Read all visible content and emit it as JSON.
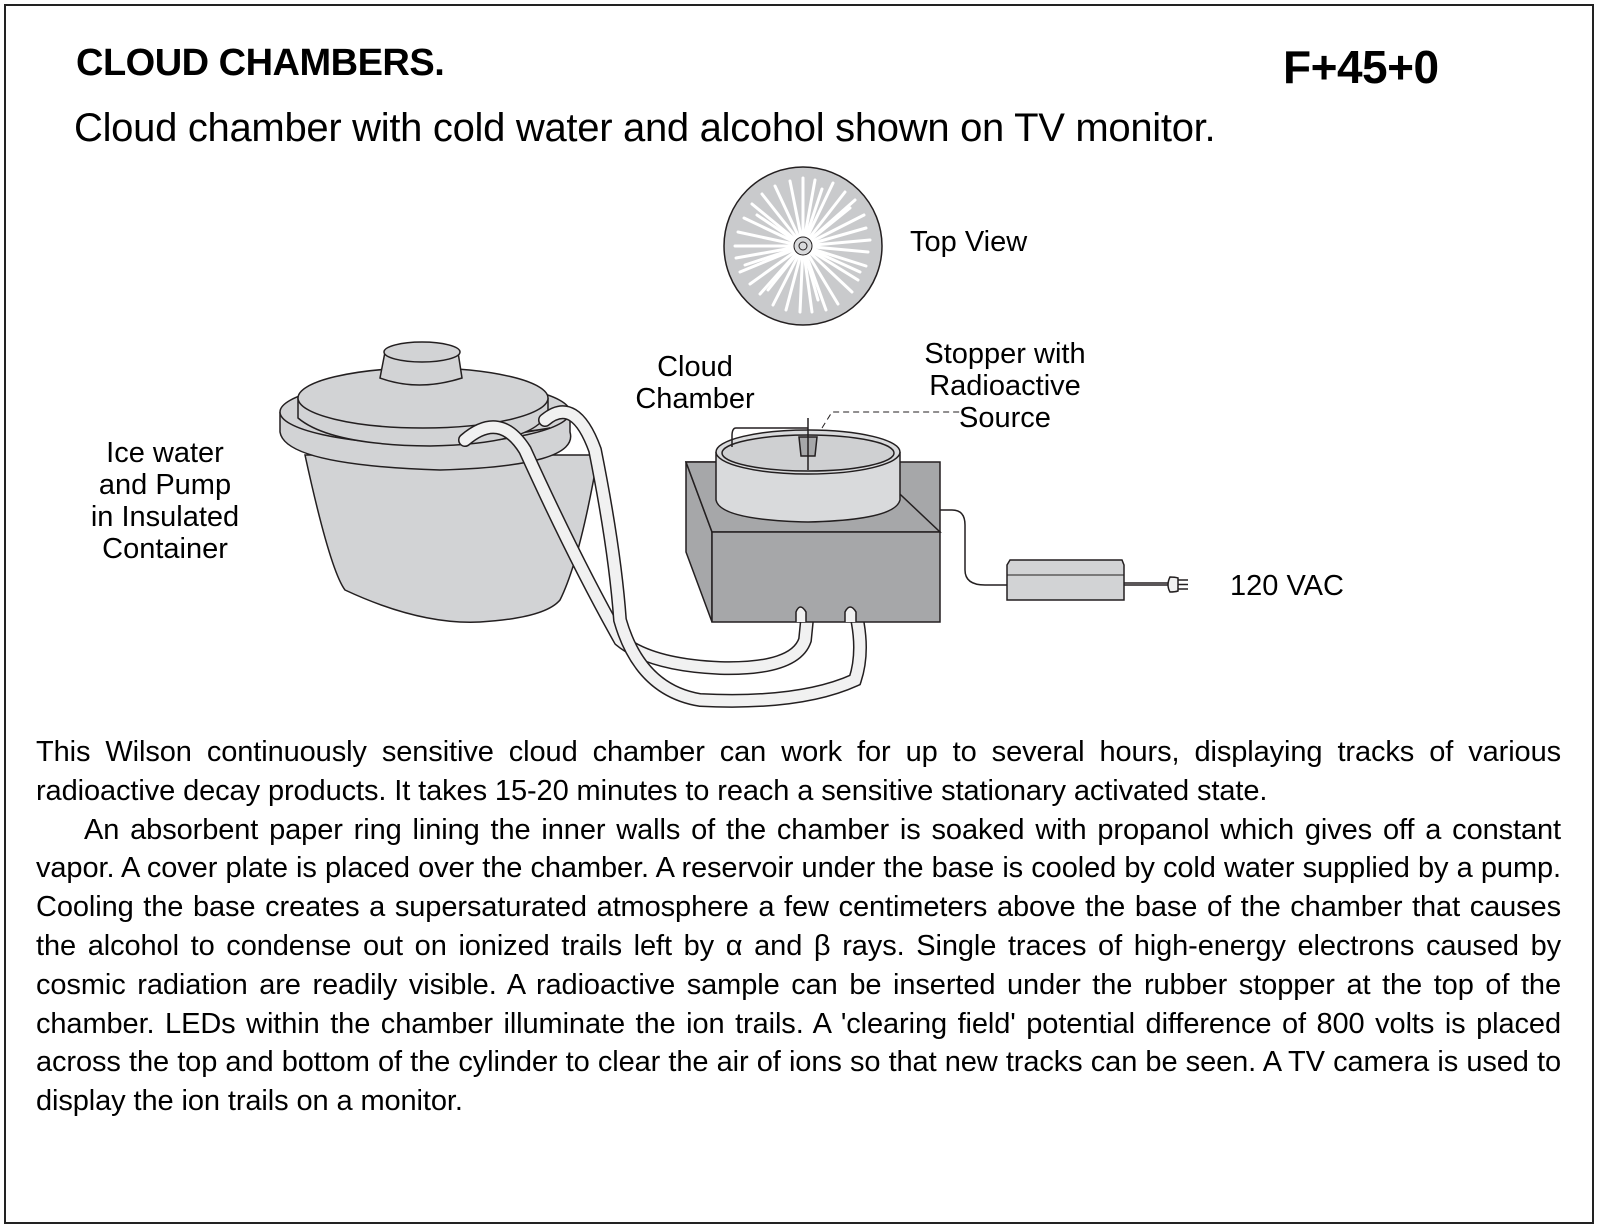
{
  "header": {
    "title": "CLOUD CHAMBERS.",
    "code": "F+45+0",
    "subtitle": "Cloud chamber with cold water and alcohol shown on TV monitor."
  },
  "diagram": {
    "labels": {
      "top_view": "Top View",
      "cloud_chamber_1": "Cloud",
      "cloud_chamber_2": "Chamber",
      "stopper_1": "Stopper with",
      "stopper_2": "Radioactive",
      "stopper_3": "Source",
      "ice_1": "Ice water",
      "ice_2": "and Pump",
      "ice_3": "in Insulated",
      "ice_4": "Container",
      "power": "120 VAC"
    },
    "colors": {
      "light_gray": "#d2d3d5",
      "mid_gray": "#a6a7a9",
      "tube_white": "#f1f1f1",
      "outline": "#231f20"
    }
  },
  "description": {
    "paragraphs": [
      "This Wilson continuously sensitive cloud chamber can work for up to several hours, displaying tracks of various radioactive decay products. It takes 15-20 minutes to reach a sensitive stationary activated state.",
      "An absorbent paper ring lining the inner walls of the chamber is soaked with propanol which gives off a constant vapor. A cover plate is placed over the chamber. A reservoir under the base is cooled by cold water supplied by a pump. Cooling the base creates a supersaturated atmosphere a few centimeters above the base of the chamber that causes the alcohol to condense out on ionized trails left by α and β rays. Single traces of high-energy electrons caused by cosmic radiation are readily visible. A radioactive sample can be inserted under the rubber stopper at the top of the chamber. LEDs within the chamber illuminate the ion trails. A 'clearing field' potential difference of 800 volts is placed across the top and bottom of the cylinder to clear the air of ions so that new tracks can be seen. A TV camera is used to display the ion trails on a monitor."
    ]
  }
}
